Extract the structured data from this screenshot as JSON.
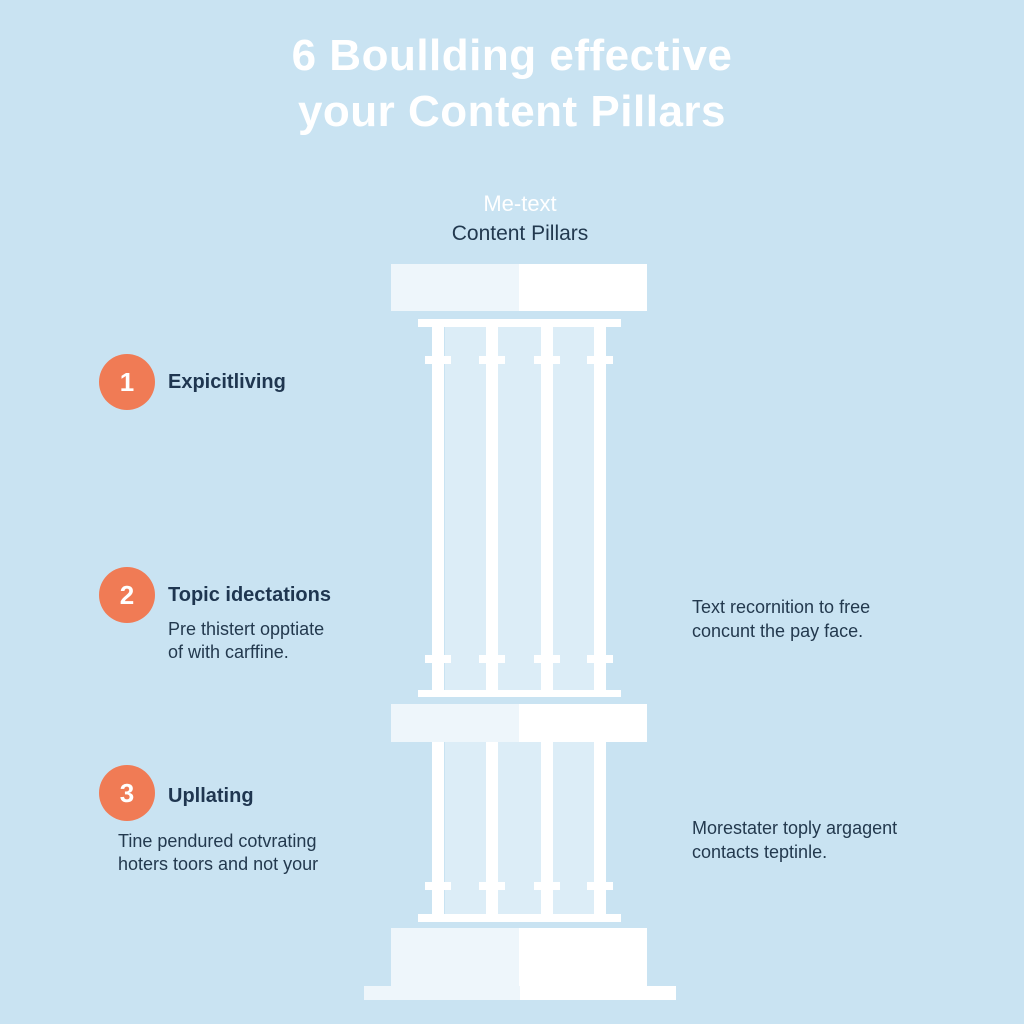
{
  "title": {
    "line1": "6 Boullding effective",
    "line2": "your Content Pillars"
  },
  "subtitle": {
    "line1": "Me-text",
    "line2": "Content Pillars"
  },
  "steps": [
    {
      "number": "1",
      "title": "Expicitliving",
      "desc": []
    },
    {
      "number": "2",
      "title": "Topic idectations",
      "desc": [
        "Pre thistert opptiate",
        "of with carffine."
      ]
    },
    {
      "number": "3",
      "title": "Upllating",
      "desc": [
        "Tine pendured cotvrating",
        "hoters toors and not your"
      ]
    }
  ],
  "notes": [
    [
      "Text recornition to free",
      "concunt the pay face."
    ],
    [
      "Morestater toply argagent",
      "contacts teptinle."
    ]
  ],
  "colors": {
    "background": "#c9e3f2",
    "badge": "#f07b55",
    "pillar": "#ffffff"
  }
}
